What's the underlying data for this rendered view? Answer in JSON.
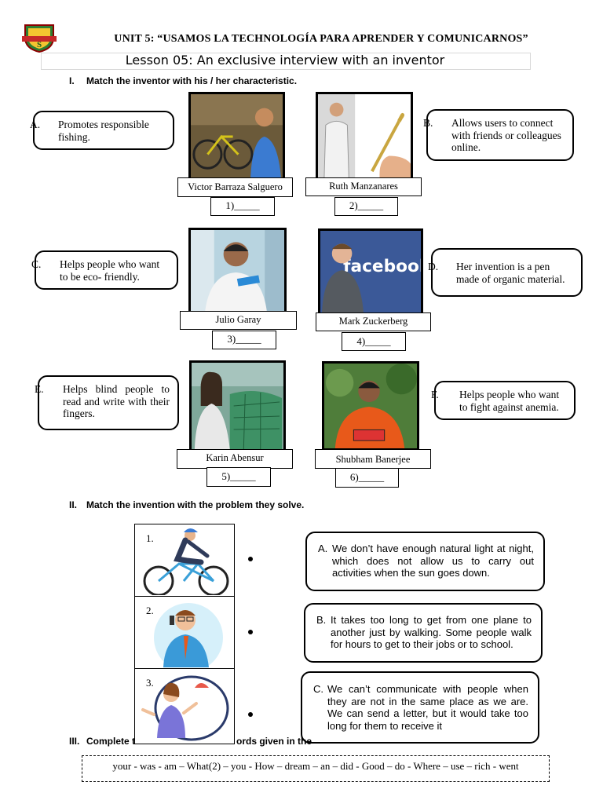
{
  "header": {
    "unit_title": "UNIT 5: “USAMOS LA TECHNOLOGÍA PARA APRENDER Y COMUNICARNOS”",
    "lesson_title": "Lesson 05:  An exclusive interview with an inventor",
    "logo_letter": "S"
  },
  "section1": {
    "number": "I.",
    "heading": "Match the inventor with his / her characteristic.",
    "characteristics": [
      {
        "letter": "A.",
        "text": "Promotes responsible fishing."
      },
      {
        "letter": "B.",
        "text": "Allows users to connect with friends or colleagues online."
      },
      {
        "letter": "C.",
        "text": "Helps people who want to be eco- friendly."
      },
      {
        "letter": "D.",
        "text": "Her invention is a pen made of organic material."
      },
      {
        "letter": "E.",
        "text": "Helps blind people to read and write with their fingers."
      },
      {
        "letter": "F.",
        "text": "Helps people who want to fight against anemia."
      }
    ],
    "inventors": [
      {
        "name": "Victor Barraza Salguero",
        "blank": "1)_____"
      },
      {
        "name": "Ruth Manzanares",
        "blank": "2)_____"
      },
      {
        "name": "Julio Garay",
        "blank": "3)_____"
      },
      {
        "name": "Mark Zuckerberg",
        "blank": "4)_____"
      },
      {
        "name": "Karin Abensur",
        "blank": "5)_____"
      },
      {
        "name": "Shubham Banerjee",
        "blank": "6)_____"
      }
    ],
    "facebook_logo_text": "facebook"
  },
  "section2": {
    "number": "II.",
    "heading": "Match the invention with the problem they solve.",
    "inventions": [
      {
        "number": "1."
      },
      {
        "number": "2."
      },
      {
        "number": "3."
      }
    ],
    "problems": [
      {
        "letter": "A.",
        "text": "We don’t have enough natural light at night, which does not allow us to carry out activities when the sun goes down."
      },
      {
        "letter": "B.",
        "text": "It takes too long to get from one plane to another just by walking. Some people walk for hours to get to their jobs or to school."
      },
      {
        "letter": "C.",
        "text": "We can’t communicate with people when they are not in the same place as we are. We can send a letter, but it would take too long for them to receive it"
      }
    ]
  },
  "section3": {
    "number": "III.",
    "heading_visible_start": "Complete t",
    "heading_visible_end": "ords given in the",
    "word_bank": "your - was - am – What(2) – you - How – dream – an – did - Good – do - Where – use – rich - went"
  }
}
